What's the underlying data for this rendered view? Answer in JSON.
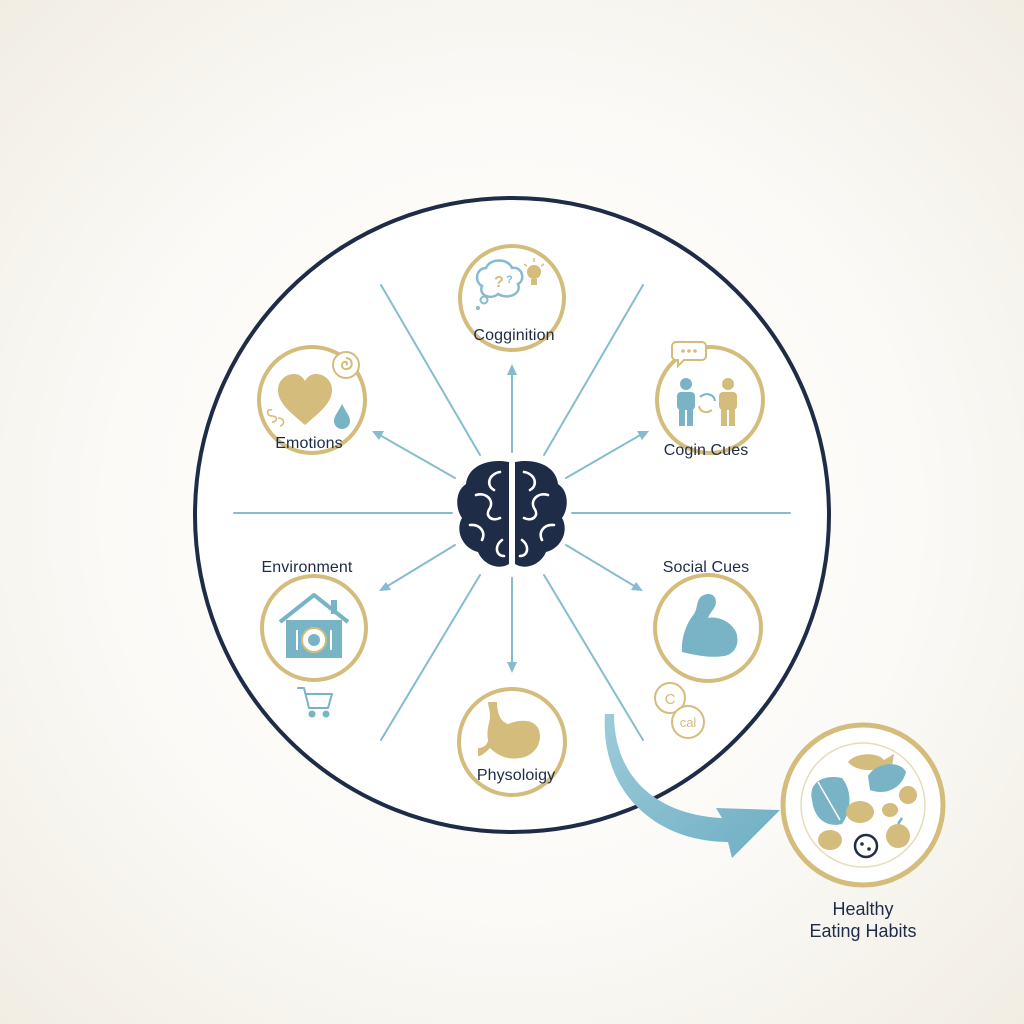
{
  "diagram": {
    "center": {
      "icon": "brain-icon"
    },
    "nodes": [
      {
        "id": "cognition",
        "label": "Cogginition",
        "icon": "thought-bubble-icon"
      },
      {
        "id": "emotions",
        "label": "Emotions",
        "icon": "heart-icon"
      },
      {
        "id": "cogin-cues",
        "label": "Cogin Cues",
        "icon": "people-talking-icon"
      },
      {
        "id": "environment",
        "label": "Environment",
        "icon": "house-plate-icon"
      },
      {
        "id": "social-cues",
        "label": "Social Cues",
        "icon": "flexed-arm-icon"
      },
      {
        "id": "physiology",
        "label": "Physoloigy",
        "icon": "stomach-icon"
      }
    ],
    "extras": {
      "calorie_badge_text": "cal",
      "cart_icon": "shopping-cart-icon"
    },
    "outcome": {
      "line1": "Healthy",
      "line2": "Eating Habits",
      "icon": "healthy-food-plate-icon"
    }
  },
  "colors": {
    "navy": "#1e2c48",
    "gold": "#d4bc7c",
    "teal": "#79b4c6",
    "line": "#86bccd"
  }
}
